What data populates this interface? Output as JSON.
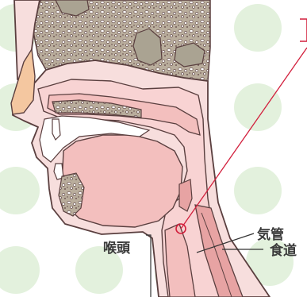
{
  "labels": {
    "larynx": "喉頭",
    "trachea": "気管",
    "esophagus": "食道"
  },
  "colors": {
    "background": "#ffffff",
    "dots": "#e3f1dd",
    "bone": "#b9ad9c",
    "bone_hole": "#ffffff",
    "sinus": "#aaa392",
    "skin": "#f7dedd",
    "flesh": "#f3bfbe",
    "flesh_dark": "#e7a3a3",
    "airway": "#f8d3d3",
    "nose": "#f4c7a0",
    "outline": "#5a3f3f",
    "pointer": "#d21f3c",
    "leader": "#333333",
    "text": "#3a3a3a"
  }
}
